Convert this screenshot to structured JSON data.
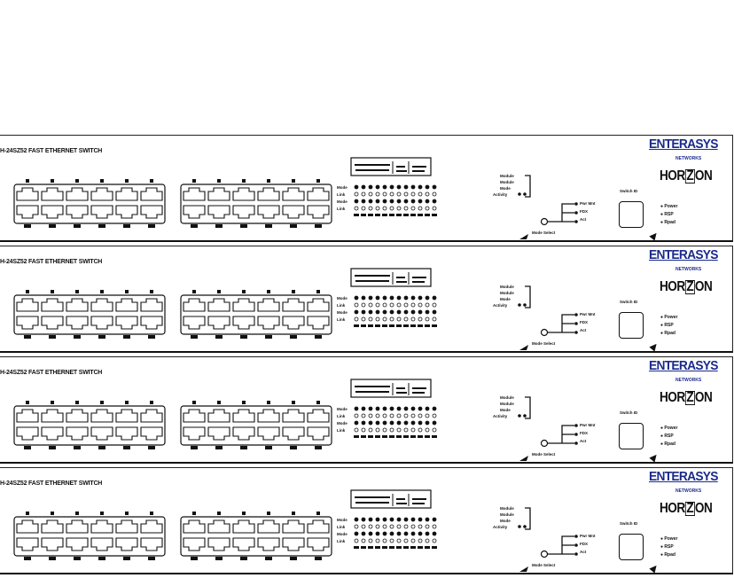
{
  "units": [
    {
      "model": "H-24SZ52  FAST ETHERNET SWITCH"
    },
    {
      "model": "H-24SZ52  FAST ETHERNET SWITCH"
    },
    {
      "model": "H-24SZ52  FAST ETHERNET SWITCH"
    },
    {
      "model": "H-24SZ52  FAST ETHERNET SWITCH"
    }
  ],
  "brand": {
    "name": "ENTERASYS",
    "subtitle": "NETWORKS",
    "product_prefix": "HOR",
    "product_mark": "Z",
    "product_suffix": "ON"
  },
  "led_panel": {
    "rows": [
      "Mode",
      "Link",
      "Mode",
      "Link"
    ]
  },
  "status": {
    "left_labels": [
      "Module",
      "Module",
      "Mode",
      "Activity"
    ],
    "cable_labels": [
      "Pwr Mnt",
      "FDX",
      "Act"
    ],
    "mode_select": "Mode Select",
    "switch_label": "Switch ID",
    "power_labels": [
      "Power",
      "RSP",
      "Rpad"
    ]
  },
  "accent": "#1a2a8c"
}
